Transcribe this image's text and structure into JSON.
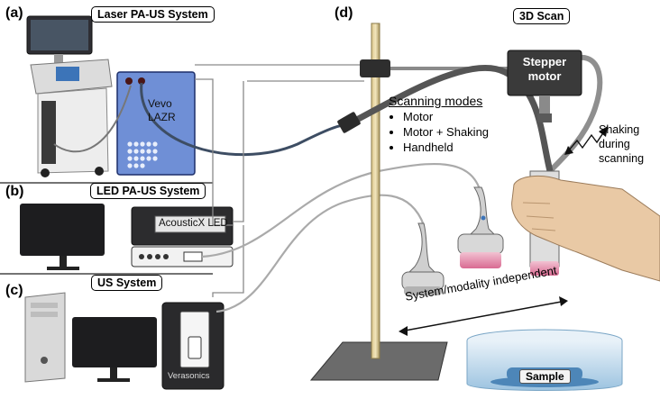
{
  "panels": {
    "a": {
      "letter": "(a)",
      "title": "Laser PA-US System",
      "device": [
        "Vevo",
        "LAZR"
      ]
    },
    "b": {
      "letter": "(b)",
      "title": "LED PA-US System",
      "device": "AcousticX LED"
    },
    "c": {
      "letter": "(c)",
      "title": "US System",
      "device": "Verasonics"
    },
    "d": {
      "letter": "(d)",
      "title": "3D Scan"
    }
  },
  "motor_label": [
    "Stepper",
    "motor"
  ],
  "shaking_label": [
    "Shaking",
    "during",
    "scanning"
  ],
  "scanning_modes": {
    "title": "Scanning modes",
    "items": [
      "Motor",
      "Motor + Shaking",
      "Handheld"
    ]
  },
  "independence_label": "System/modality independent",
  "sample_label": "Sample",
  "colors": {
    "vevo_panel": "#6f8fd6",
    "stepper_motor": "#3a3a3a",
    "stand": "#6b6b6b",
    "water": "#bcd8ec",
    "probe_tip": "#e8a1b8"
  }
}
